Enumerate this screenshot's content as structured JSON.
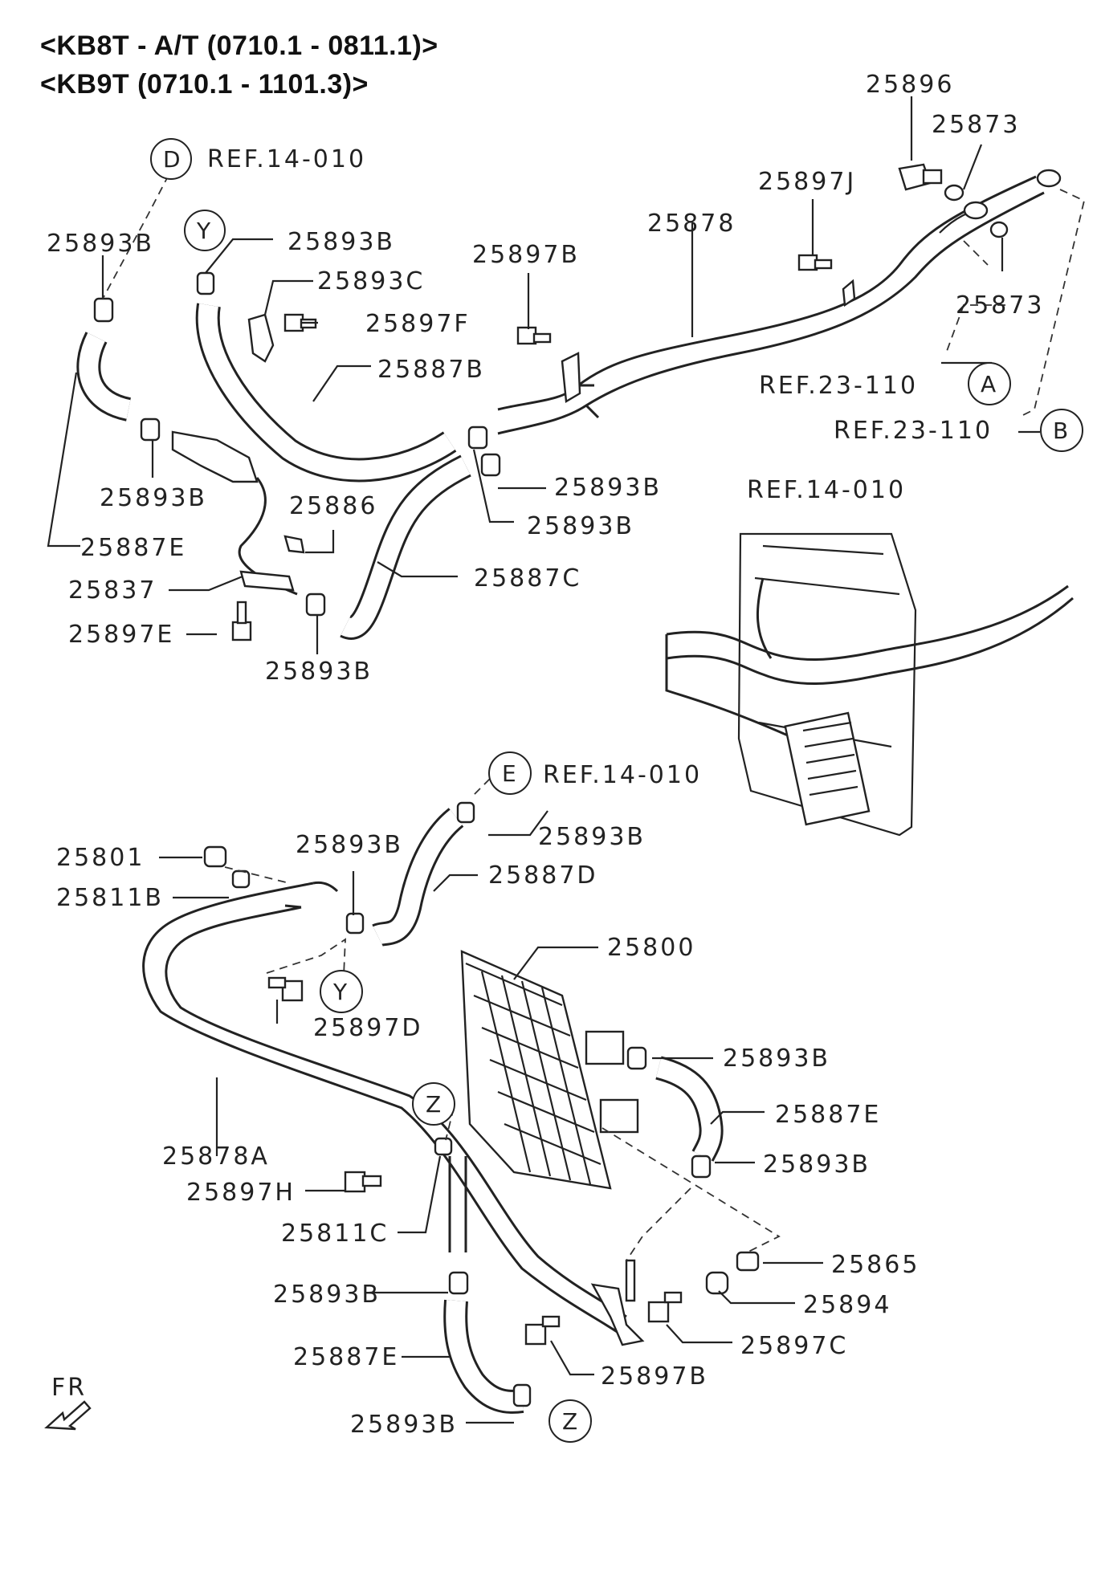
{
  "header": {
    "line1": "<KB8T - A/T (0710.1 - 0811.1)>",
    "line2": "<KB9T (0710.1 - 1101.3)>"
  },
  "labels": {
    "p25896": "25896",
    "p25873_top": "25873",
    "p25897J": "25897J",
    "p25878": "25878",
    "p25897B_top": "25897B",
    "p25873_right": "25873",
    "ref_a": "REF.23-110",
    "ref_b": "REF.23-110",
    "ref_d": "REF.14-010",
    "p25893B_1": "25893B",
    "p25893B_2": "25893B",
    "p25893C": "25893C",
    "p25897F": "25897F",
    "p25887B": "25887B",
    "p25893B_3": "25893B",
    "p25893B_4": "25893B",
    "p25893B_5": "25893B",
    "p25886": "25886",
    "p25887E_top": "25887E",
    "p25837": "25837",
    "p25887C": "25887C",
    "p25897E": "25897E",
    "p25893B_6": "25893B",
    "ref_engine": "REF.14-010",
    "ref_e": "REF.14-010",
    "p25893B_7": "25893B",
    "p25801": "25801",
    "p25893B_8": "25893B",
    "p25887D": "25887D",
    "p25811B": "25811B",
    "p25800": "25800",
    "p25897D": "25897D",
    "p25893B_9": "25893B",
    "p25887E_mid": "25887E",
    "p25878A": "25878A",
    "p25893B_10": "25893B",
    "p25897H": "25897H",
    "p25811C": "25811C",
    "p25865": "25865",
    "p25893B_11": "25893B",
    "p25894": "25894",
    "p25897C": "25897C",
    "p25887E_bot": "25887E",
    "p25897B_bot": "25897B",
    "p25893B_12": "25893B",
    "fr": "FR"
  },
  "callouts": {
    "D": "D",
    "Y_top": "Y",
    "A": "A",
    "B": "B",
    "E": "E",
    "Y_mid": "Y",
    "Z_mid": "Z",
    "Z_bot": "Z"
  }
}
